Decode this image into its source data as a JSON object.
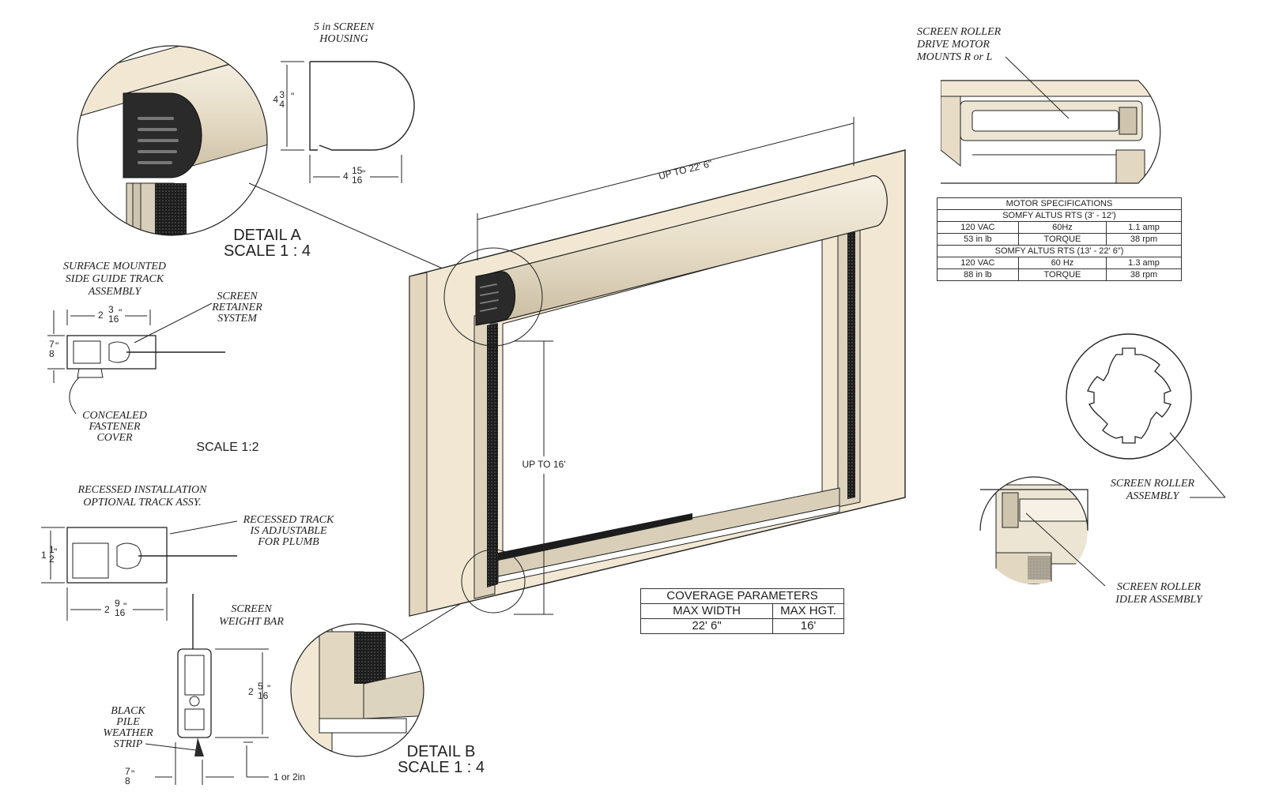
{
  "housing": {
    "title_line1": "5 in SCREEN",
    "title_line2": "HOUSING",
    "height_whole": "4",
    "height_num": "3",
    "height_den": "4",
    "height_unit": "\"",
    "width_whole": "4",
    "width_num": "15",
    "width_den": "16",
    "width_unit": "\""
  },
  "detail_a": {
    "line1": "DETAIL A",
    "line2": "SCALE 1 : 4"
  },
  "detail_b": {
    "line1": "DETAIL B",
    "line2": "SCALE 1 : 4"
  },
  "surface_track": {
    "title_line1": "SURFACE MOUNTED",
    "title_line2": "SIDE GUIDE TRACK",
    "title_line3": "ASSEMBLY",
    "width_whole": "2",
    "width_num": "3",
    "width_den": "16",
    "width_unit": "\"",
    "height_num": "7",
    "height_den": "8",
    "height_unit": "\"",
    "retainer_line1": "SCREEN",
    "retainer_line2": "RETAINER",
    "retainer_line3": "SYSTEM",
    "fastener_line1": "CONCEALED",
    "fastener_line2": "FASTENER",
    "fastener_line3": "COVER",
    "scale": "SCALE  1:2"
  },
  "recessed": {
    "title_line1": "RECESSED INSTALLATION",
    "title_line2": "OPTIONAL TRACK ASSY.",
    "note_line1": "RECESSED TRACK",
    "note_line2": "IS ADJUSTABLE",
    "note_line3": "FOR PLUMB",
    "height_whole": "1",
    "height_num": "1",
    "height_den": "2",
    "height_unit": "\"",
    "width_whole": "2",
    "width_num": "9",
    "width_den": "16",
    "width_unit": "\""
  },
  "weight_bar": {
    "title_line1": "SCREEN",
    "title_line2": "WEIGHT BAR",
    "height_whole": "2",
    "height_num": "5",
    "height_den": "16",
    "height_unit": "\"",
    "pile_line1": "BLACK",
    "pile_line2": "PILE",
    "pile_line3": "WEATHER",
    "pile_line4": "STRIP",
    "width_num": "7",
    "width_den": "8",
    "width_unit": "\"",
    "gap": "1 or 2in"
  },
  "main_view": {
    "width_dim": "UP TO 22' 6\"",
    "height_dim": "UP TO 16'"
  },
  "drive_motor": {
    "line1": "SCREEN ROLLER",
    "line2": "DRIVE MOTOR",
    "line3": "MOUNTS R or L"
  },
  "motor_specs": {
    "title": "MOTOR SPECIFICATIONS",
    "model1": "SOMFY ALTUS RTS  (3' - 12')",
    "row1": [
      "120 VAC",
      "60Hz",
      "1.1 amp"
    ],
    "row2": [
      "53 in lb",
      "TORQUE",
      "38 rpm"
    ],
    "model2": "SOMFY ALTUS RTS  (13' - 22' 6\")",
    "row3": [
      "120 VAC",
      "60 Hz",
      "1.3 amp"
    ],
    "row4": [
      "88 in lb",
      "TORQUE",
      "38 rpm"
    ]
  },
  "roller_assembly": {
    "line1": "SCREEN ROLLER",
    "line2": "ASSEMBLY"
  },
  "idler": {
    "line1": "SCREEN ROLLER",
    "line2": "IDLER ASSEMBLY"
  },
  "coverage": {
    "title": "COVERAGE PARAMETERS",
    "col1": "MAX WIDTH",
    "col2": "MAX HGT.",
    "val1": "22' 6\"",
    "val2": "16'"
  },
  "colors": {
    "frame": "#f1e7d3",
    "roller": "#e9e2cf",
    "line": "#222222",
    "dark": "#2a2a2a"
  }
}
